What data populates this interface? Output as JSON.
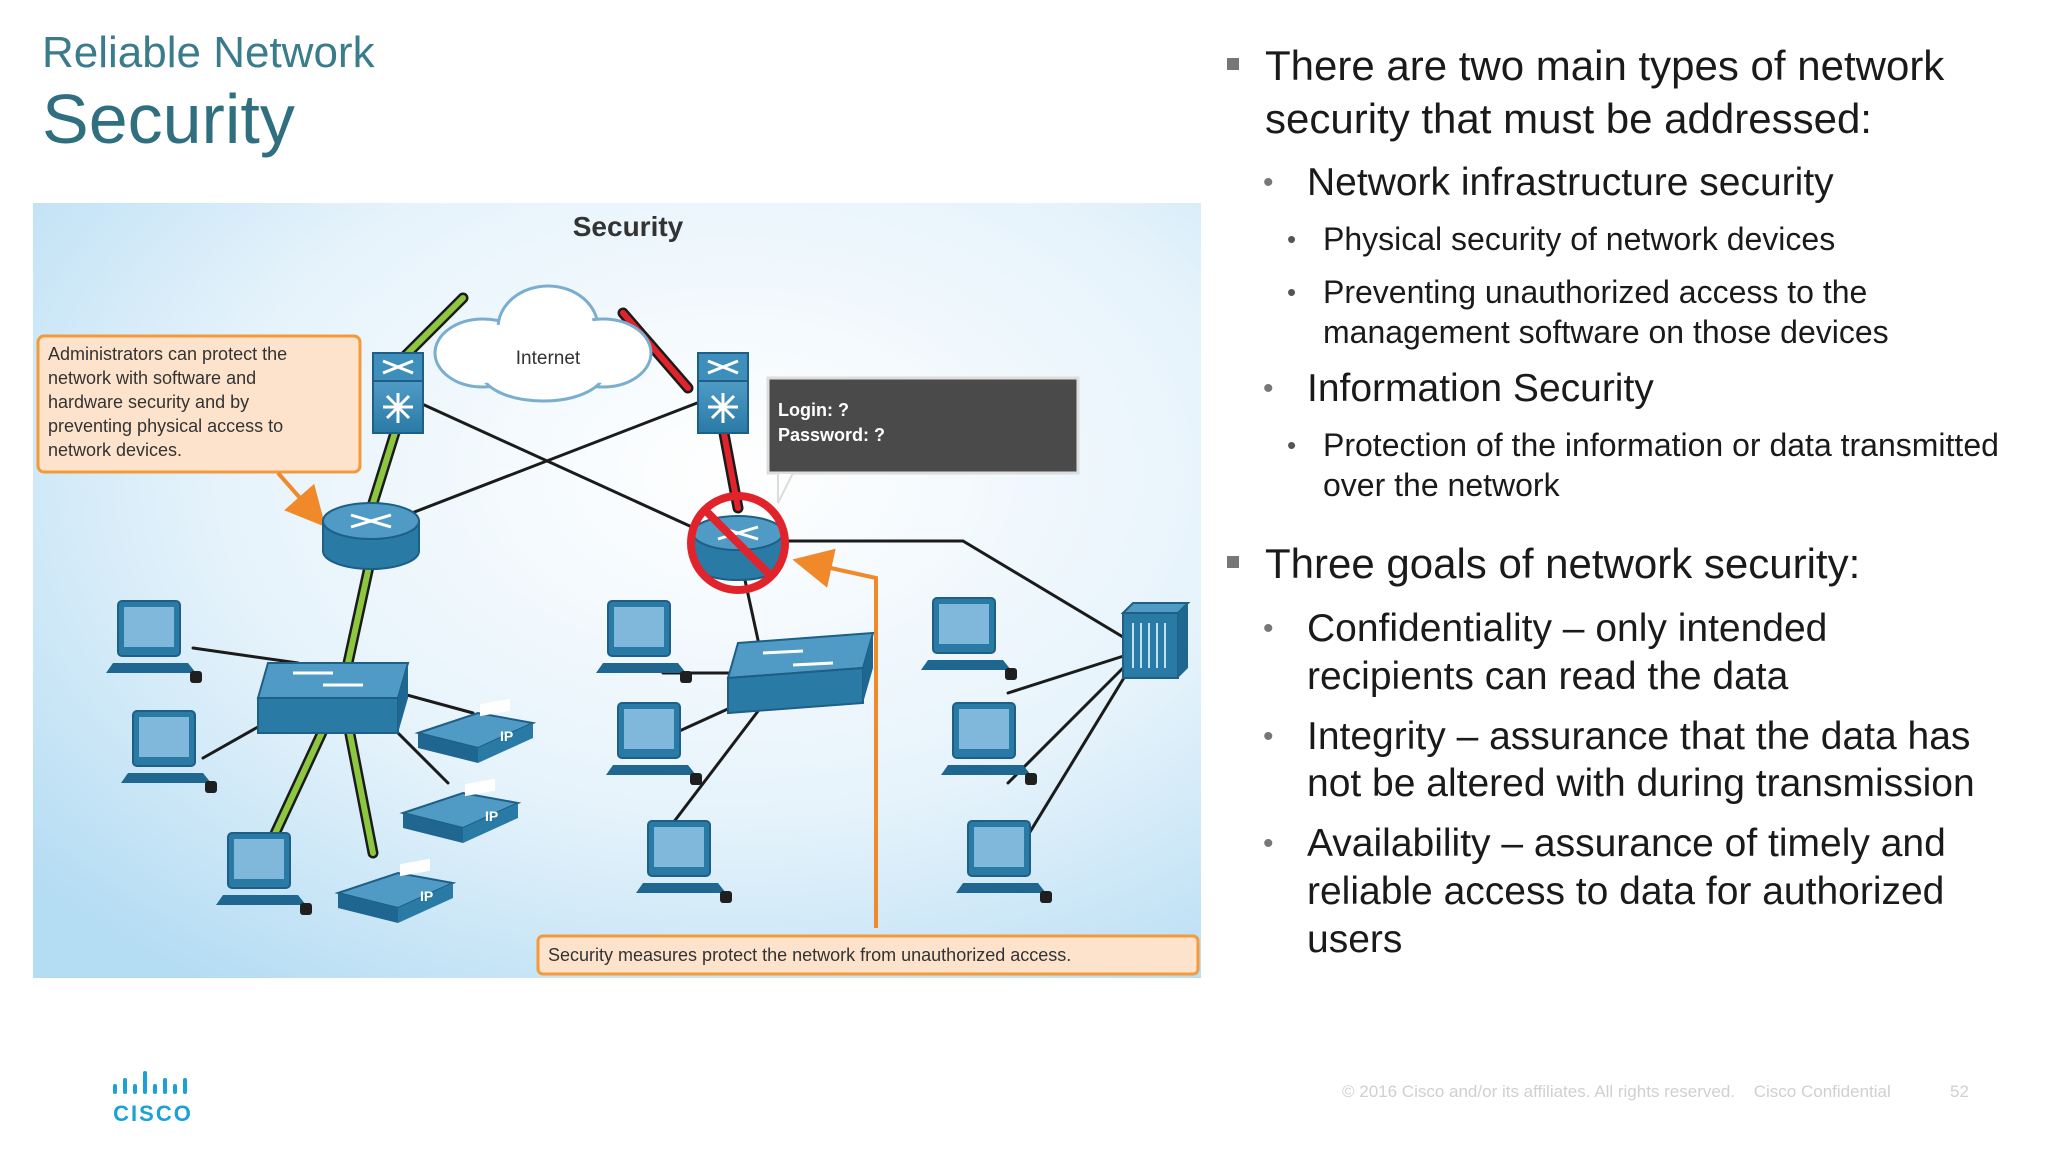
{
  "slide": {
    "subtitle": "Reliable Network",
    "title": "Security"
  },
  "diagram": {
    "heading": "Security",
    "cloud_label": "Internet",
    "callout_admin": [
      "Administrators can protect the",
      "network with software and",
      "hardware security and by",
      "preventing physical access to",
      "network devices."
    ],
    "login_line1": "Login: ?",
    "login_line2": "Password: ?",
    "ip_label": "IP",
    "caption": "Security measures protect the network from unauthorized access.",
    "colors": {
      "callout_fill": "#fde3cb",
      "callout_border": "#f39a3b",
      "arrow": "#f0892a",
      "secure_link": "#8dc63f",
      "insecure_link": "#e1232b",
      "device": "#2a7aa6",
      "login_box": "#4a4a4a"
    }
  },
  "bullets": {
    "b1": "There are two main types of network security that must be addressed:",
    "b1_1": "Network infrastructure security",
    "b1_1_1": "Physical security of network devices",
    "b1_1_2": "Preventing unauthorized access to the management software on those devices",
    "b1_2": "Information Security",
    "b1_2_1": "Protection of the information or data transmitted over the network",
    "b2": "Three goals of network security:",
    "b2_1": "Confidentiality – only intended recipients can read the data",
    "b2_2": "Integrity – assurance that the data has not be altered with during transmission",
    "b2_3": "Availability – assurance of timely and reliable access to data for authorized users"
  },
  "footer": {
    "logo_text": "CISCO",
    "copyright": "© 2016  Cisco and/or its affiliates. All rights reserved.",
    "confidential": "Cisco Confidential",
    "page": "52"
  }
}
